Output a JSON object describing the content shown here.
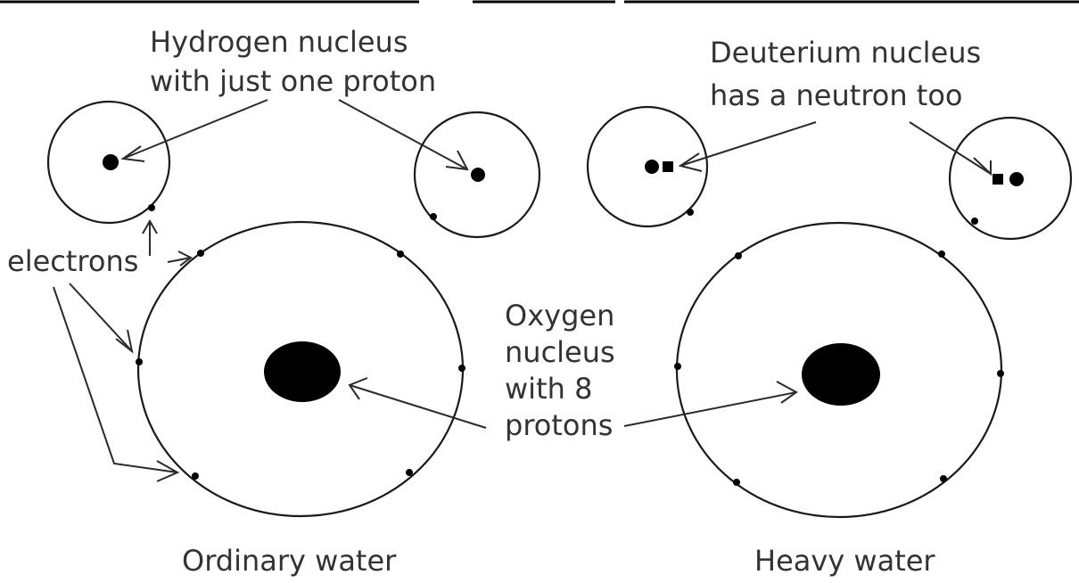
{
  "labels": {
    "hydrogen_line1": "Hydrogen nucleus",
    "hydrogen_line2": "with just one proton",
    "deuterium_line1": "Deuterium nucleus",
    "deuterium_line2": "has a neutron too",
    "electrons": "electrons",
    "oxygen_line1": "Oxygen",
    "oxygen_line2": "nucleus",
    "oxygen_line3": "with 8",
    "oxygen_line4": "protons",
    "ordinary_water": "Ordinary water",
    "heavy_water": "Heavy water"
  },
  "particles": {
    "electron": "electron",
    "proton": "proton",
    "neutron": "neutron"
  },
  "colors": {
    "ink": "#000000",
    "text": "#333333",
    "background": "#ffffff"
  }
}
